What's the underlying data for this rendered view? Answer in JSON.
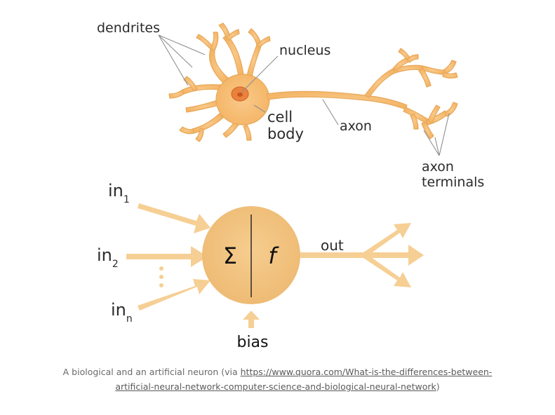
{
  "biological": {
    "dendrites": "dendrites",
    "nucleus": "nucleus",
    "cell_body_line1": "cell",
    "cell_body_line2": "body",
    "axon": "axon",
    "axon_terminals_line1": "axon",
    "axon_terminals_line2": "terminals"
  },
  "artificial": {
    "input_base": "in",
    "input1_sub": "1",
    "input2_sub": "2",
    "inputn_sub": "n",
    "sum_symbol": "Σ",
    "activation_symbol": "f",
    "output": "out",
    "bias": "bias"
  },
  "caption": {
    "prefix": "A biological and an artificial neuron (via ",
    "link": "https://www.quora.com/What-is-the-differences-between-artificial-neural-network-computer-science-and-biological-neural-network",
    "suffix": ")"
  },
  "colors": {
    "neuron_fill": "#f5c57e",
    "neuron_stroke": "#e7a85a",
    "nucleus_fill": "#e9823c",
    "node_fill": "#f2c27f",
    "arrow": "#f6cf94",
    "label_line": "#8f8f8f",
    "text": "#2b2b2b"
  }
}
